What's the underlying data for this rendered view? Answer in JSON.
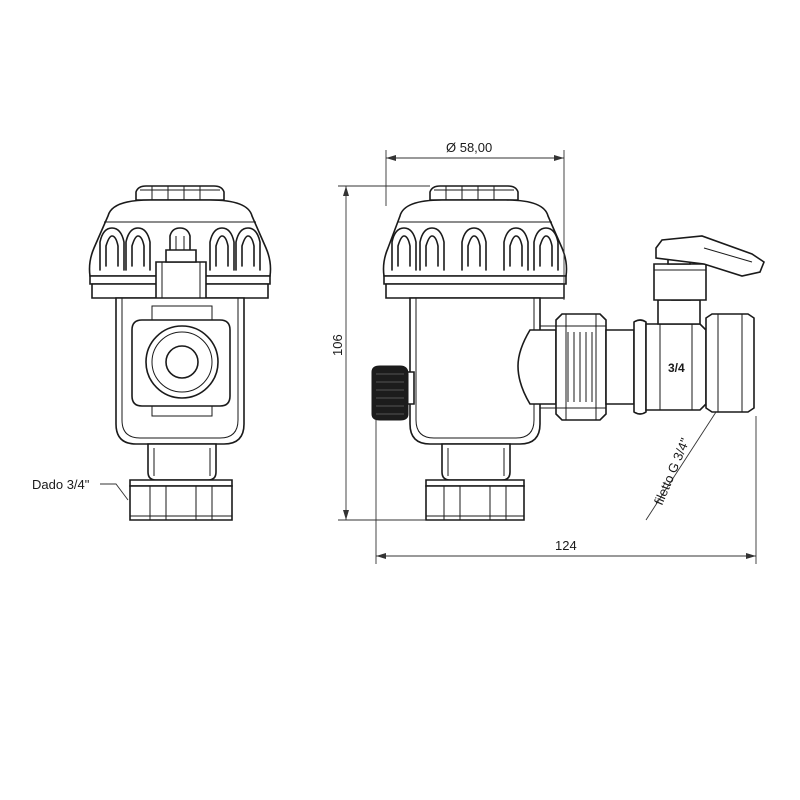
{
  "labels": {
    "dado": "Dado 3/4\"",
    "diameter": "Ø 58,00",
    "height": "106",
    "width": "124",
    "thread": "filetto G 3/4\"",
    "valve_marking": "3/4"
  }
}
